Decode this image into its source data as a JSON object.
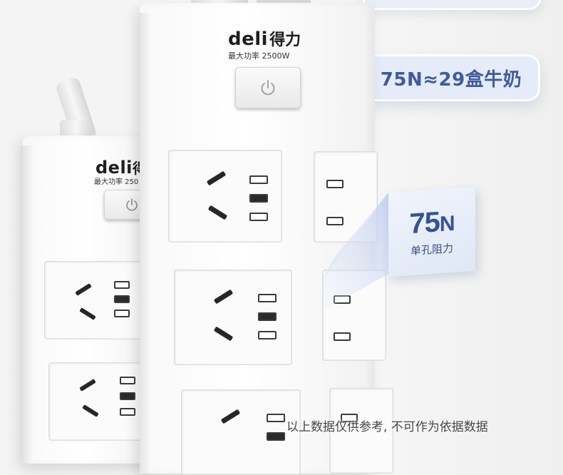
{
  "product": {
    "brand": "deli",
    "brand_cn": "得力",
    "rating_front": "最大功率 2500W",
    "rating_back": "最大功率 250",
    "logo_cn_back": "得",
    "switch_icon": "power-icon"
  },
  "callout": {
    "claim": "75N≈29盒牛奶",
    "force_value": "75",
    "force_unit": "N",
    "force_label": "单孔阻力"
  },
  "disclaimer": "以上数据仅供参考, 不可作为依据数据",
  "colors": {
    "accent": "#3f5b9c",
    "bubble": "#e5ebf8",
    "strip": "#ffffff",
    "pin": "#262626"
  }
}
